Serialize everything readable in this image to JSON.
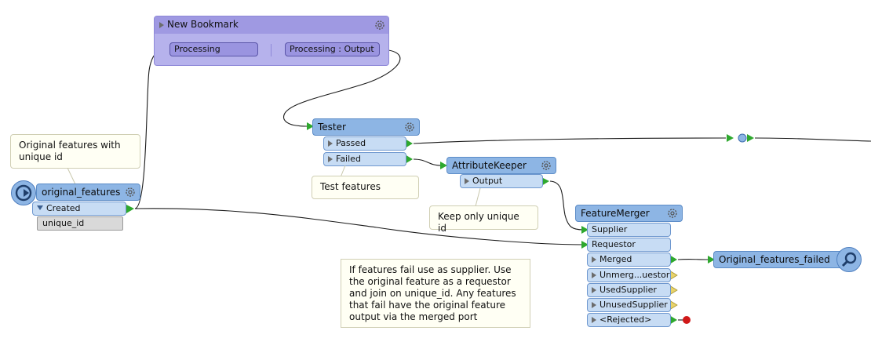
{
  "bookmark": {
    "title": "New Bookmark",
    "input_port": "Processing",
    "output_port": "Processing : Output"
  },
  "creator": {
    "name": "original_features",
    "output_port": "Created",
    "attribute": "unique_id"
  },
  "tester": {
    "name": "Tester",
    "ports": [
      "Passed",
      "Failed"
    ]
  },
  "attribute_keeper": {
    "name": "AttributeKeeper",
    "output_port": "Output"
  },
  "feature_merger": {
    "name": "FeatureMerger",
    "input_ports": [
      "Supplier",
      "Requestor"
    ],
    "output_ports": [
      "Merged",
      "Unmerg...uestor",
      "UsedSupplier",
      "UnusedSupplier",
      "<Rejected>"
    ]
  },
  "inspector": {
    "name": "Original_features_failed"
  },
  "annotations": {
    "creator_note": "Original features with unique id",
    "tester_note": "Test features",
    "keeper_note": "Keep only unique id",
    "merger_note": "If features fail use as supplier. Use the original feature as a requestor and join on unique_id. Any features that fail have the original feature output via the merged port"
  },
  "colors": {
    "bookmark": "#b6b2ec",
    "transformer": "#8db5e4",
    "port": "#c7dcf4",
    "connected_port": "#2ea82e",
    "unconnected_port": "#e8d36a",
    "rejected": "#d01818"
  }
}
